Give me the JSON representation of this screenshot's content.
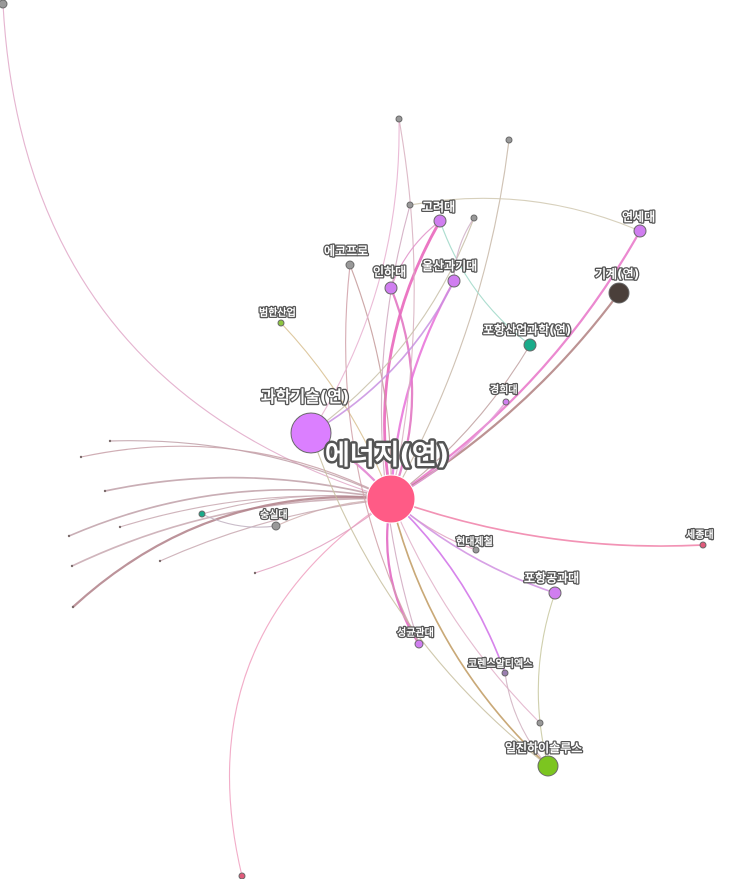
{
  "network": {
    "hub": "에너지(연)",
    "nodes": [
      {
        "id": "hub",
        "label": "에너지(연)",
        "color": "#ff5b86",
        "size": "xl"
      },
      {
        "id": "kist",
        "label": "과학기술(연)",
        "color": "#db7fff",
        "size": "l"
      },
      {
        "id": "korea",
        "label": "고려대",
        "color": "#d07ef0",
        "size": "s"
      },
      {
        "id": "yonsei",
        "label": "연세대",
        "color": "#d07ef0",
        "size": "s"
      },
      {
        "id": "ecopro",
        "label": "에코프로",
        "color": "#999999",
        "size": "xs"
      },
      {
        "id": "inha",
        "label": "인하대",
        "color": "#d07ef0",
        "size": "s"
      },
      {
        "id": "unist",
        "label": "울산과기대",
        "color": "#d07ef0",
        "size": "s"
      },
      {
        "id": "kimm",
        "label": "기계(연)",
        "color": "#4a3f3a",
        "size": "m"
      },
      {
        "id": "bumhan",
        "label": "범한산업",
        "color": "#8dc63f",
        "size": "xxs"
      },
      {
        "id": "riist",
        "label": "포항산업과학(연)",
        "color": "#1aab8a",
        "size": "s"
      },
      {
        "id": "kyunghee",
        "label": "경희대",
        "color": "#d07ef0",
        "size": "xxs"
      },
      {
        "id": "soongsil",
        "label": "숭실대",
        "color": "#999999",
        "size": "xs"
      },
      {
        "id": "hyundai",
        "label": "현대제철",
        "color": "#999999",
        "size": "xxs"
      },
      {
        "id": "sejong",
        "label": "세종대",
        "color": "#e05a7a",
        "size": "xxs"
      },
      {
        "id": "postech",
        "label": "포항공과대",
        "color": "#d07ef0",
        "size": "s"
      },
      {
        "id": "skku",
        "label": "성균관대",
        "color": "#d07ef0",
        "size": "xs"
      },
      {
        "id": "corens",
        "label": "코렌스알티엑스",
        "color": "#9a7fb0",
        "size": "xxs"
      },
      {
        "id": "iljin",
        "label": "일진하이솔루스",
        "color": "#7cc520",
        "size": "m"
      },
      {
        "id": "u1",
        "label": "",
        "color": "#999999",
        "size": "xs"
      },
      {
        "id": "u2",
        "label": "",
        "color": "#999999",
        "size": "xxs"
      },
      {
        "id": "u3",
        "label": "",
        "color": "#999999",
        "size": "xxs"
      },
      {
        "id": "u4",
        "label": "",
        "color": "#999999",
        "size": "xxs"
      },
      {
        "id": "u5",
        "label": "",
        "color": "#999999",
        "size": "xxs"
      },
      {
        "id": "u6",
        "label": "",
        "color": "#1aab8a",
        "size": "xxs"
      },
      {
        "id": "u7",
        "label": "",
        "color": "#999999",
        "size": "xxs"
      },
      {
        "id": "u8",
        "label": "",
        "color": "#e05a7a",
        "size": "xxs"
      },
      {
        "id": "e1",
        "label": "",
        "color": "#7a6a6a",
        "size": "dot"
      },
      {
        "id": "e2",
        "label": "",
        "color": "#7a6a6a",
        "size": "dot"
      },
      {
        "id": "e3",
        "label": "",
        "color": "#7a6a6a",
        "size": "dot"
      },
      {
        "id": "e4",
        "label": "",
        "color": "#7a6a6a",
        "size": "dot"
      },
      {
        "id": "e5",
        "label": "",
        "color": "#7a6a6a",
        "size": "dot"
      },
      {
        "id": "e6",
        "label": "",
        "color": "#7a6a6a",
        "size": "dot"
      },
      {
        "id": "e7",
        "label": "",
        "color": "#7a6a6a",
        "size": "dot"
      },
      {
        "id": "e8",
        "label": "",
        "color": "#7a6a6a",
        "size": "dot"
      },
      {
        "id": "e9",
        "label": "",
        "color": "#7a6a6a",
        "size": "dot"
      }
    ],
    "edges": [
      {
        "from": "hub",
        "to": "kist",
        "color": "#e07fcf",
        "weight": 3
      },
      {
        "from": "hub",
        "to": "korea",
        "color": "#e85fb8",
        "weight": 4
      },
      {
        "from": "hub",
        "to": "yonsei",
        "color": "#e874c8",
        "weight": 3
      },
      {
        "from": "hub",
        "to": "ecopro",
        "color": "#c49a9a",
        "weight": 1
      },
      {
        "from": "hub",
        "to": "inha",
        "color": "#e070c0",
        "weight": 3
      },
      {
        "from": "hub",
        "to": "unist",
        "color": "#e870d8",
        "weight": 3
      },
      {
        "from": "hub",
        "to": "kimm",
        "color": "#b08080",
        "weight": 3
      },
      {
        "from": "hub",
        "to": "bumhan",
        "color": "#d8c090",
        "weight": 1
      },
      {
        "from": "hub",
        "to": "riist",
        "color": "#c0a0a0",
        "weight": 1
      },
      {
        "from": "hub",
        "to": "kyunghee",
        "color": "#e49ad8",
        "weight": 2
      },
      {
        "from": "hub",
        "to": "soongsil",
        "color": "#d0b0b0",
        "weight": 1
      },
      {
        "from": "hub",
        "to": "hyundai",
        "color": "#e0a0c0",
        "weight": 1
      },
      {
        "from": "hub",
        "to": "sejong",
        "color": "#f080a8",
        "weight": 2
      },
      {
        "from": "hub",
        "to": "postech",
        "color": "#d090e0",
        "weight": 2
      },
      {
        "from": "hub",
        "to": "skku",
        "color": "#e060c0",
        "weight": 3
      },
      {
        "from": "hub",
        "to": "corens",
        "color": "#d070e8",
        "weight": 2
      },
      {
        "from": "hub",
        "to": "iljin",
        "color": "#c09a60",
        "weight": 2
      },
      {
        "from": "hub",
        "to": "u1",
        "color": "#e0a8c8",
        "weight": 1
      },
      {
        "from": "hub",
        "to": "u2",
        "color": "#d8b0c0",
        "weight": 1
      },
      {
        "from": "hub",
        "to": "u3",
        "color": "#c8b8a8",
        "weight": 1
      },
      {
        "from": "hub",
        "to": "u6",
        "color": "#c8a8b0",
        "weight": 1
      },
      {
        "from": "hub",
        "to": "u7",
        "color": "#e0b0c8",
        "weight": 1
      },
      {
        "from": "hub",
        "to": "u8",
        "color": "#f0a0c0",
        "weight": 1
      },
      {
        "from": "hub",
        "to": "e1",
        "color": "#c0a0a8",
        "weight": 1
      },
      {
        "from": "hub",
        "to": "e2",
        "color": "#c8a0a8",
        "weight": 1
      },
      {
        "from": "hub",
        "to": "e3",
        "color": "#c0a0a8",
        "weight": 2
      },
      {
        "from": "hub",
        "to": "e4",
        "color": "#c8a8b0",
        "weight": 1
      },
      {
        "from": "hub",
        "to": "e5",
        "color": "#c0a0a8",
        "weight": 2
      },
      {
        "from": "hub",
        "to": "e6",
        "color": "#c8a8b0",
        "weight": 2
      },
      {
        "from": "hub",
        "to": "e7",
        "color": "#b08088",
        "weight": 3
      },
      {
        "from": "hub",
        "to": "e8",
        "color": "#c8a8b0",
        "weight": 1
      },
      {
        "from": "hub",
        "to": "e9",
        "color": "#e0a0c0",
        "weight": 1
      },
      {
        "from": "kist",
        "to": "unist",
        "color": "#c890e0",
        "weight": 2
      },
      {
        "from": "kist",
        "to": "u4",
        "color": "#c8c0a8",
        "weight": 1
      },
      {
        "from": "kist",
        "to": "iljin",
        "color": "#c8c0a0",
        "weight": 1
      },
      {
        "from": "korea",
        "to": "riist",
        "color": "#a0d8c8",
        "weight": 1
      },
      {
        "from": "korea",
        "to": "inha",
        "color": "#e090c8",
        "weight": 1
      },
      {
        "from": "yonsei",
        "to": "u5",
        "color": "#d0c8b0",
        "weight": 1
      },
      {
        "from": "u4",
        "to": "unist",
        "color": "#d0b0c8",
        "weight": 1
      },
      {
        "from": "u5",
        "to": "skku",
        "color": "#d0a8c0",
        "weight": 1
      },
      {
        "from": "postech",
        "to": "iljin",
        "color": "#c8c8a0",
        "weight": 1
      },
      {
        "from": "corens",
        "to": "iljin",
        "color": "#d0b0c0",
        "weight": 1
      },
      {
        "from": "ecopro",
        "to": "skku",
        "color": "#d0a0a8",
        "weight": 1
      },
      {
        "from": "u6",
        "to": "soongsil",
        "color": "#c0b0c0",
        "weight": 1
      },
      {
        "from": "kist",
        "to": "u2",
        "color": "#e8b0d0",
        "weight": 1
      }
    ]
  }
}
